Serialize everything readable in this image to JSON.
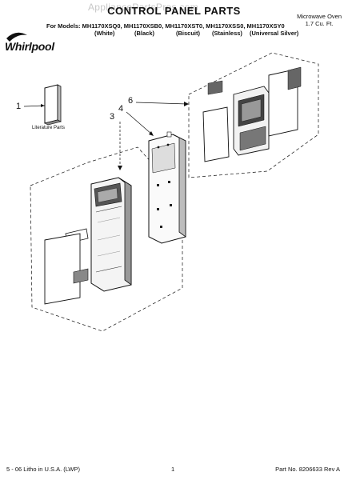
{
  "header": {
    "watermark": "AppliancePartsPros.com",
    "title": "CONTROL PANEL PARTS",
    "product_type": "Microwave Oven",
    "capacity": "1.7 Cu. Ft.",
    "models_line": "For Models: MH1170XSQ0, MH1170XSB0, MH1170XST0, MH1170XSS0, MH1170XSY0",
    "colors": [
      "(White)",
      "(Black)",
      "(Biscuit)",
      "(Stainless)",
      "(Universal Silver)"
    ],
    "brand": "Whirlpool"
  },
  "diagram": {
    "callouts": [
      "1",
      "3",
      "4",
      "6"
    ],
    "literature_label": "Literature Parts"
  },
  "footer": {
    "print_info": "5 - 06 Litho in U.S.A. (LWP)",
    "page_number": "1",
    "part_number": "Part No. 8206633 Rev A"
  }
}
